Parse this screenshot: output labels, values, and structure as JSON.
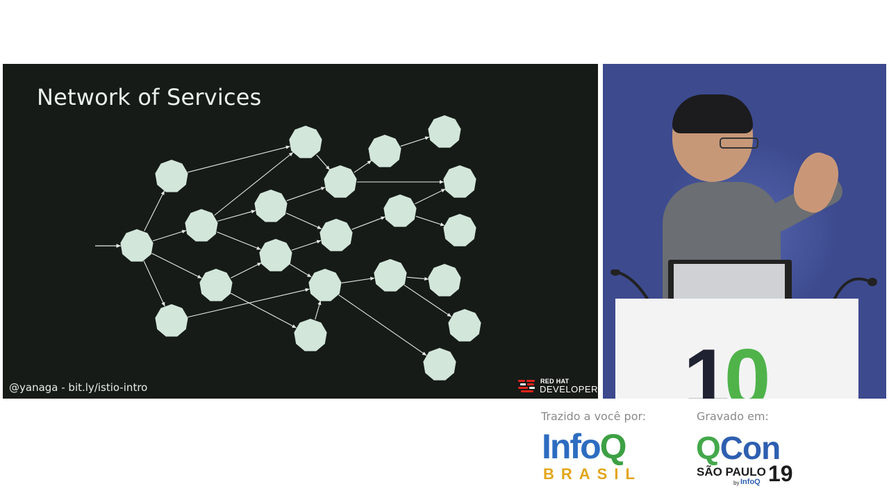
{
  "slide": {
    "title": "Network of Services",
    "footer": "@yanaga - bit.ly/istio-intro",
    "brand_top": "RED HAT",
    "brand_bottom": "DEVELOPER",
    "node_color": "#d3e6da",
    "background": "#161b18"
  },
  "video": {
    "podium_number_a": "1",
    "podium_number_b": "0"
  },
  "credits": {
    "left_label": "Trazido a você por:",
    "right_label": "Gravado em:",
    "infoq_main": "Info",
    "infoq_q": "Q",
    "infoq_sub": "BRASIL",
    "qcon_q": "Q",
    "qcon_rest": "Con",
    "qcon_city": "SÃO PAULO",
    "qcon_by": "by",
    "qcon_byq": "InfoQ",
    "qcon_year": "19"
  },
  "colors": {
    "infoq_blue": "#2d6cc0",
    "infoq_green": "#3da044",
    "infoq_gold": "#e2a61a",
    "qcon_blue": "#2e5fb0",
    "qcon_green": "#44a84a"
  }
}
